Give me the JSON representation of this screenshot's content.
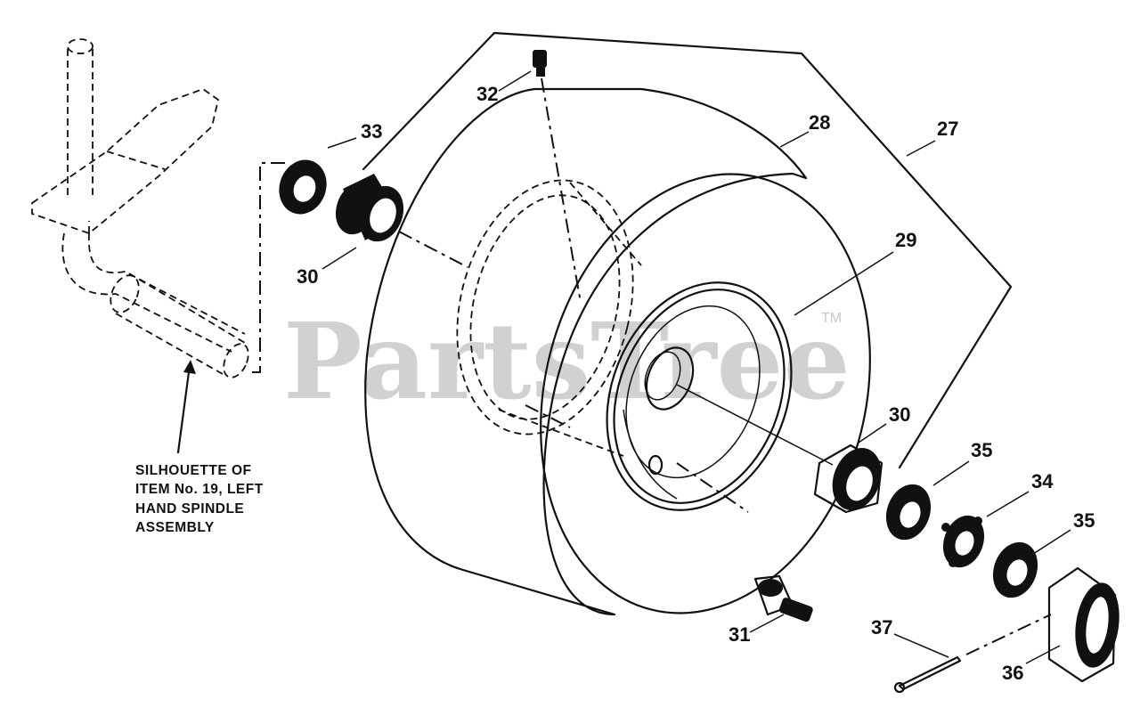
{
  "watermark": {
    "text": "PartsTree",
    "trademark": "TM"
  },
  "note": {
    "lines": [
      "SILHOUETTE OF",
      "ITEM No. 19, LEFT",
      "HAND SPINDLE",
      "ASSEMBLY"
    ]
  },
  "callouts": {
    "c27": "27",
    "c28": "28",
    "c29": "29",
    "c30a": "30",
    "c30b": "30",
    "c31": "31",
    "c32": "32",
    "c33": "33",
    "c34": "34",
    "c35a": "35",
    "c35b": "35",
    "c36": "36",
    "c37": "37"
  }
}
